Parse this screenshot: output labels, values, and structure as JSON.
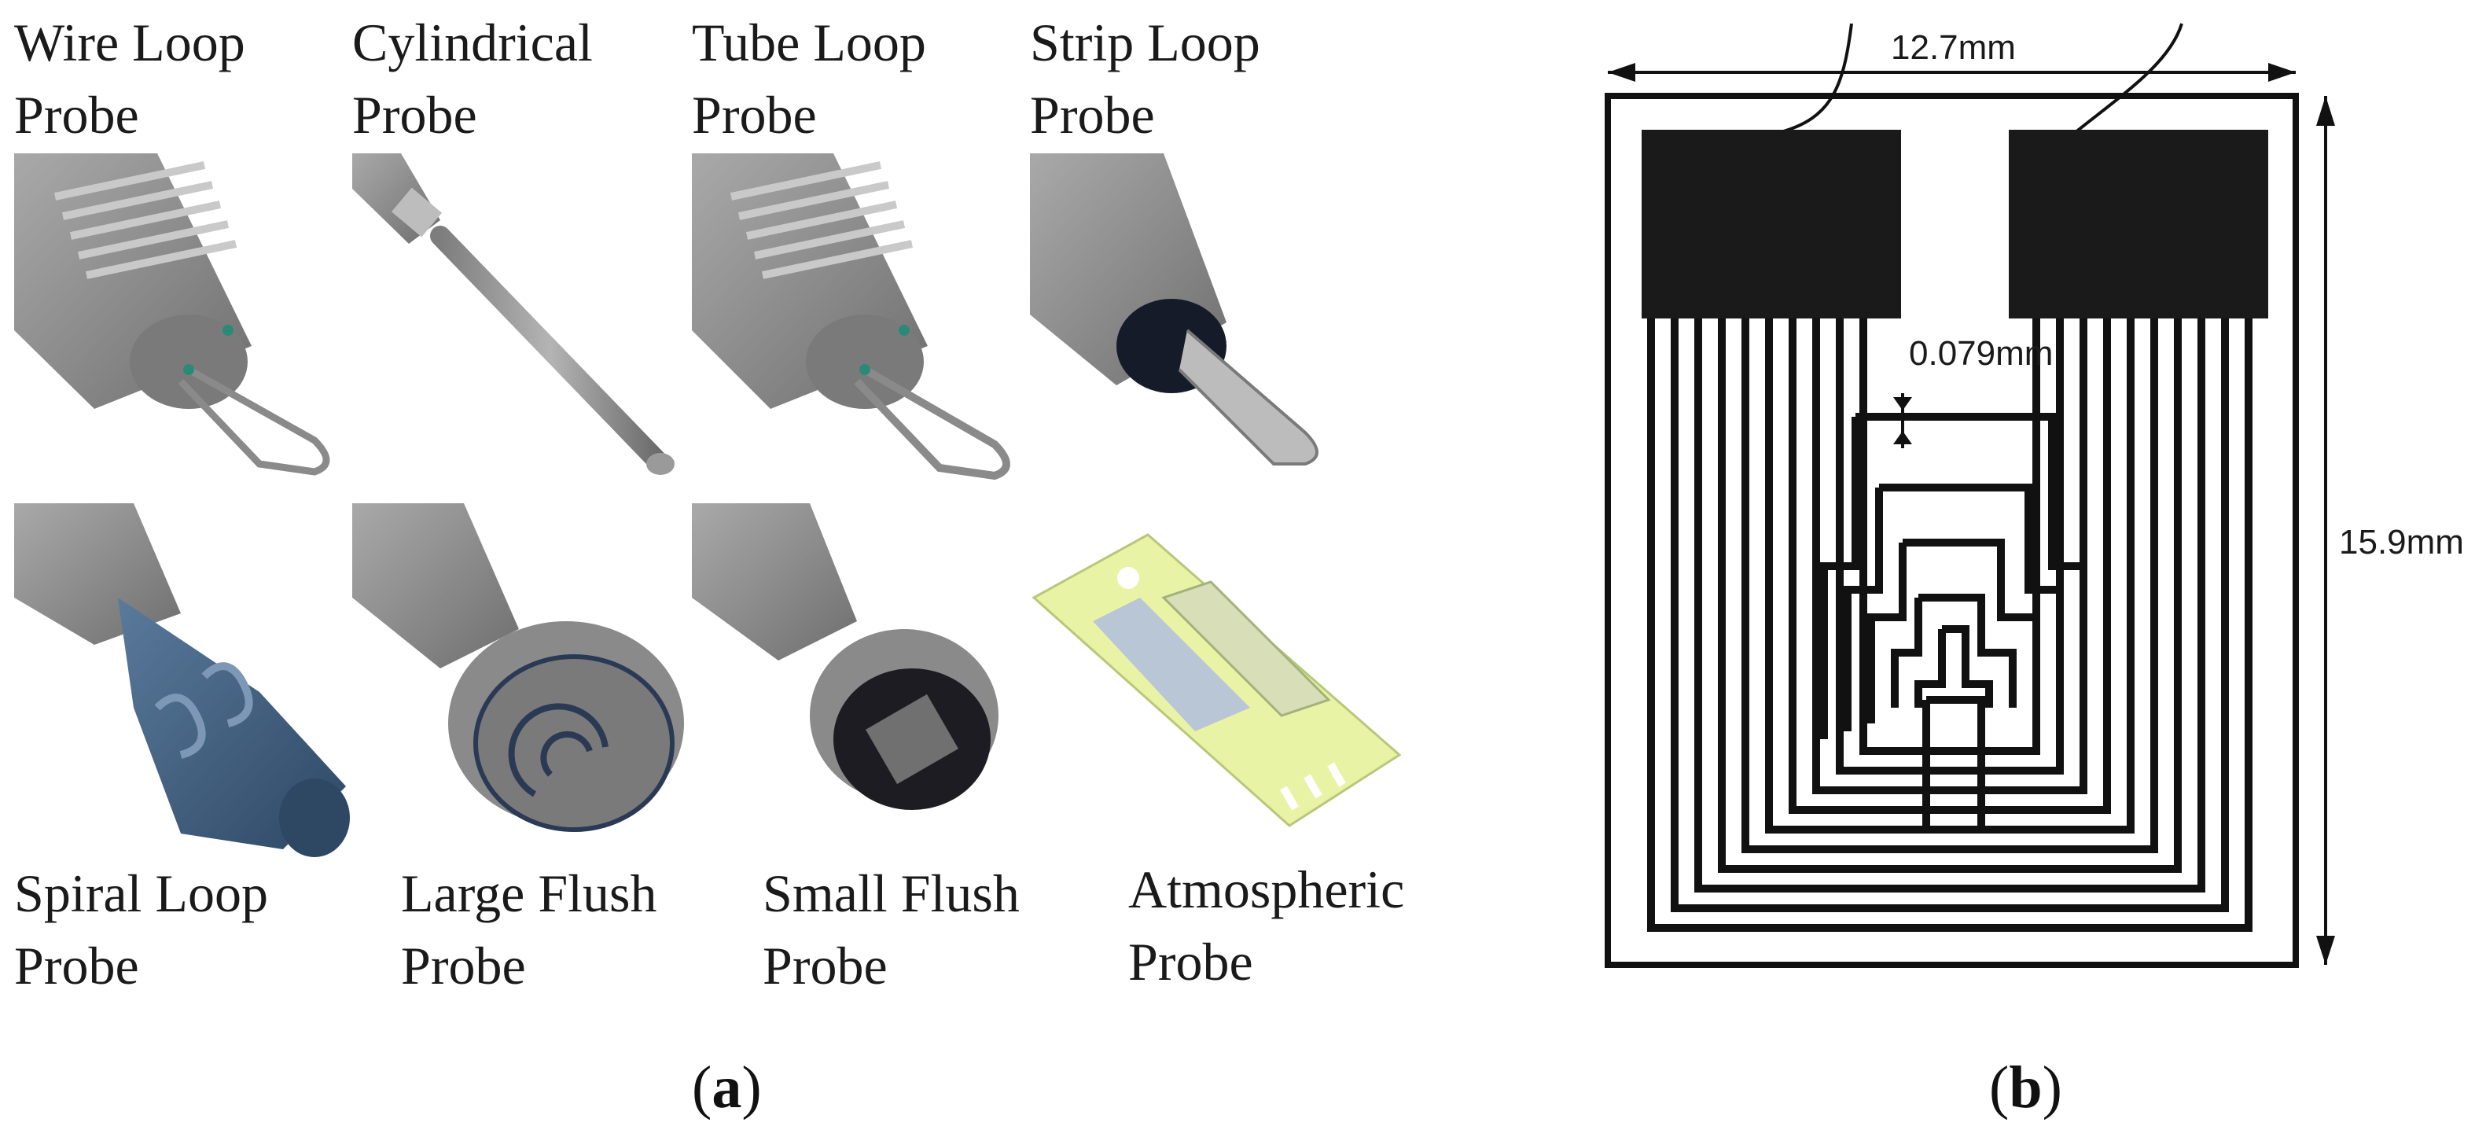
{
  "panel_a": {
    "tag_open": "(",
    "tag_letter": "a",
    "tag_close": ")",
    "probes": [
      {
        "line1": "Wire Loop",
        "line2": "Probe",
        "icon": "wire-loop-probe"
      },
      {
        "line1": "Cylindrical",
        "line2": "Probe",
        "icon": "cylindrical-probe"
      },
      {
        "line1": "Tube Loop",
        "line2": "Probe",
        "icon": "tube-loop-probe"
      },
      {
        "line1": "Strip Loop",
        "line2": "Probe",
        "icon": "strip-loop-probe"
      },
      {
        "line1": "Spiral Loop",
        "line2": "Probe",
        "icon": "spiral-loop-probe"
      },
      {
        "line1": "Large Flush",
        "line2": "Probe",
        "icon": "large-flush-probe"
      },
      {
        "line1": "Small Flush",
        "line2": "Probe",
        "icon": "small-flush-probe"
      },
      {
        "line1": "Atmospheric",
        "line2": "Probe",
        "icon": "atmospheric-probe"
      }
    ]
  },
  "panel_b": {
    "tag_open": "(",
    "tag_letter": "b",
    "tag_close": ")",
    "width_label": "12.7mm",
    "height_label": "15.9mm",
    "gap_label": "0.079mm"
  },
  "colors": {
    "probe_metal": "#8a8a8a",
    "spiral_blue": "#3d5a7a",
    "atmospheric_green": "#e9f3a6",
    "trace_black": "#111111"
  }
}
